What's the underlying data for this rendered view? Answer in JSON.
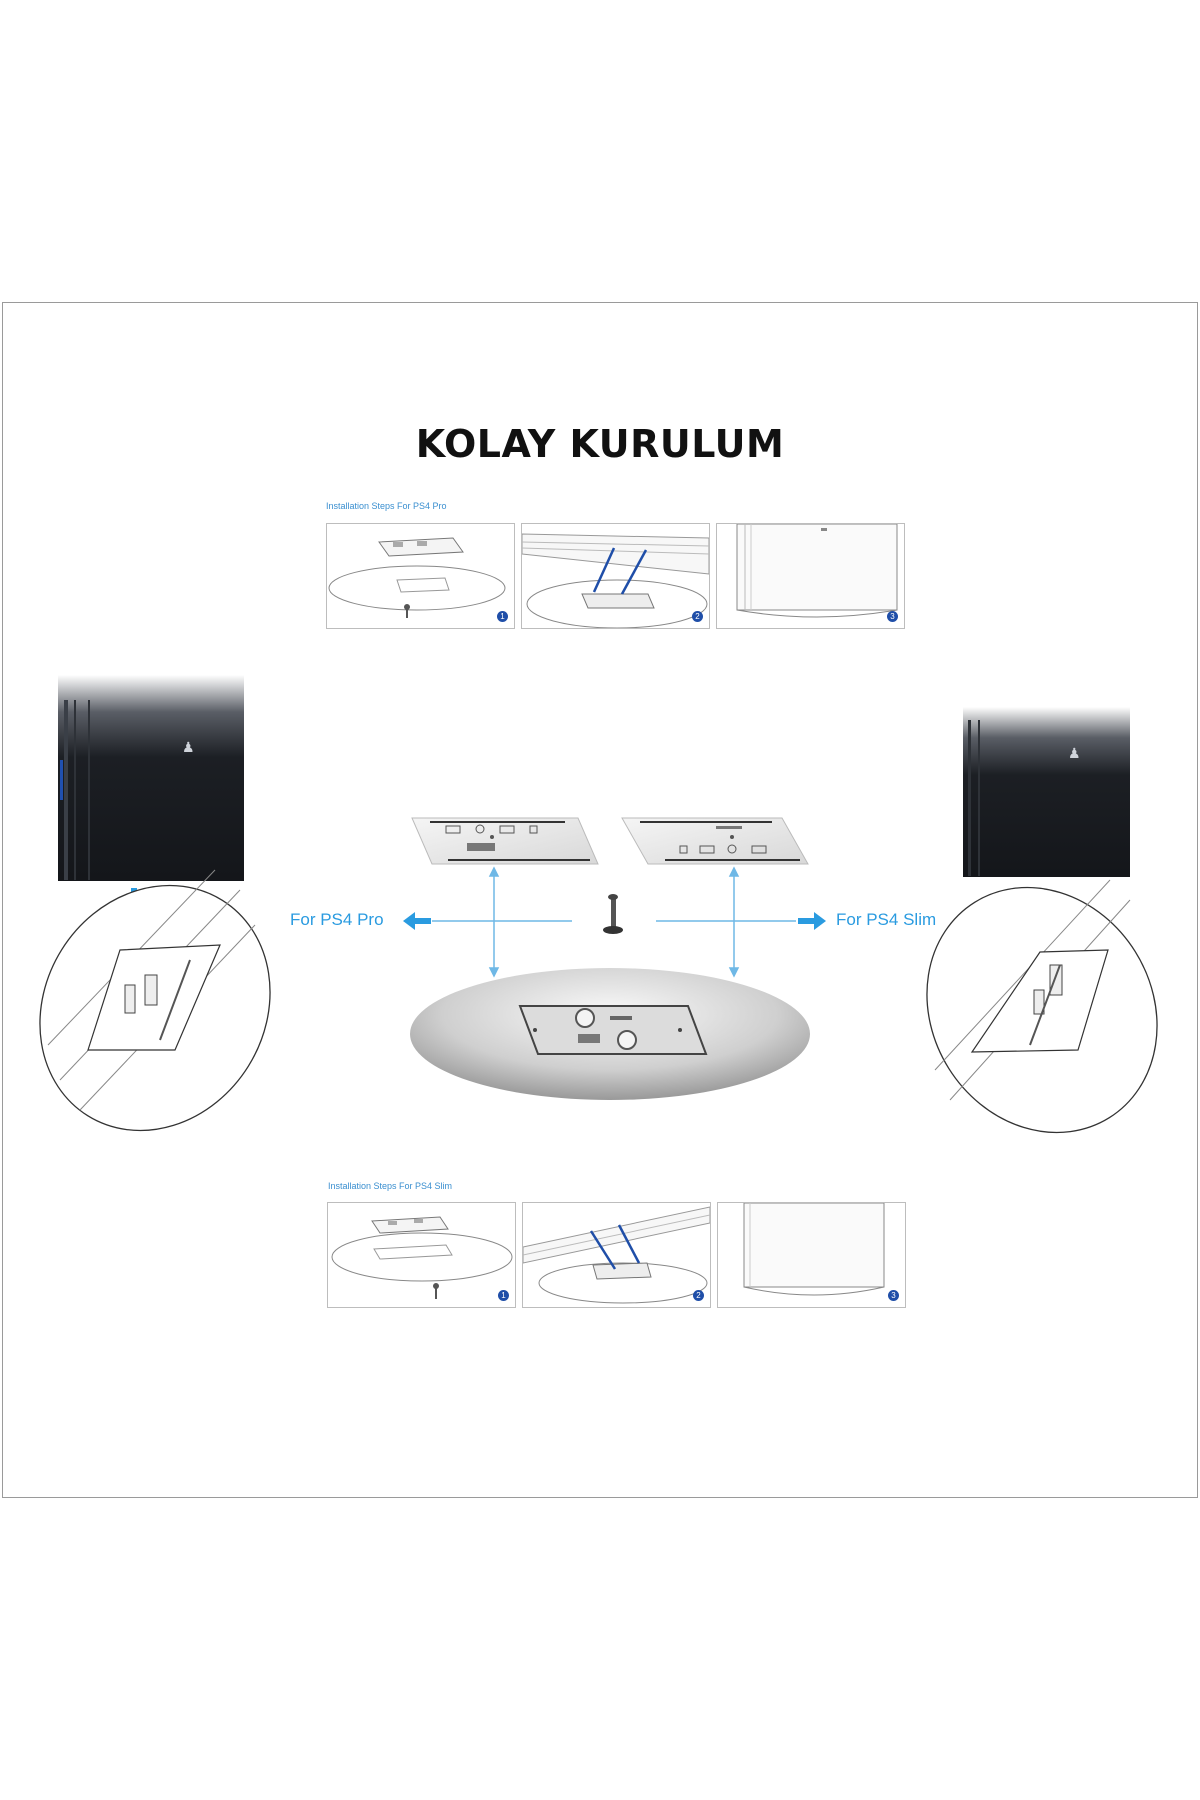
{
  "title": "KOLAY KURULUM",
  "top_steps": {
    "heading": "Installation Steps For PS4 Pro",
    "badges": [
      "1",
      "2",
      "3"
    ]
  },
  "bottom_steps": {
    "heading": "Installation Steps For PS4 Slim",
    "badges": [
      "1",
      "2",
      "3"
    ]
  },
  "center": {
    "left_label": "For PS4 Pro",
    "right_label": "For PS4 Slim"
  },
  "colors": {
    "accent": "#2a9be0",
    "badge": "#1f4ea8",
    "console": "#1c1f24"
  }
}
